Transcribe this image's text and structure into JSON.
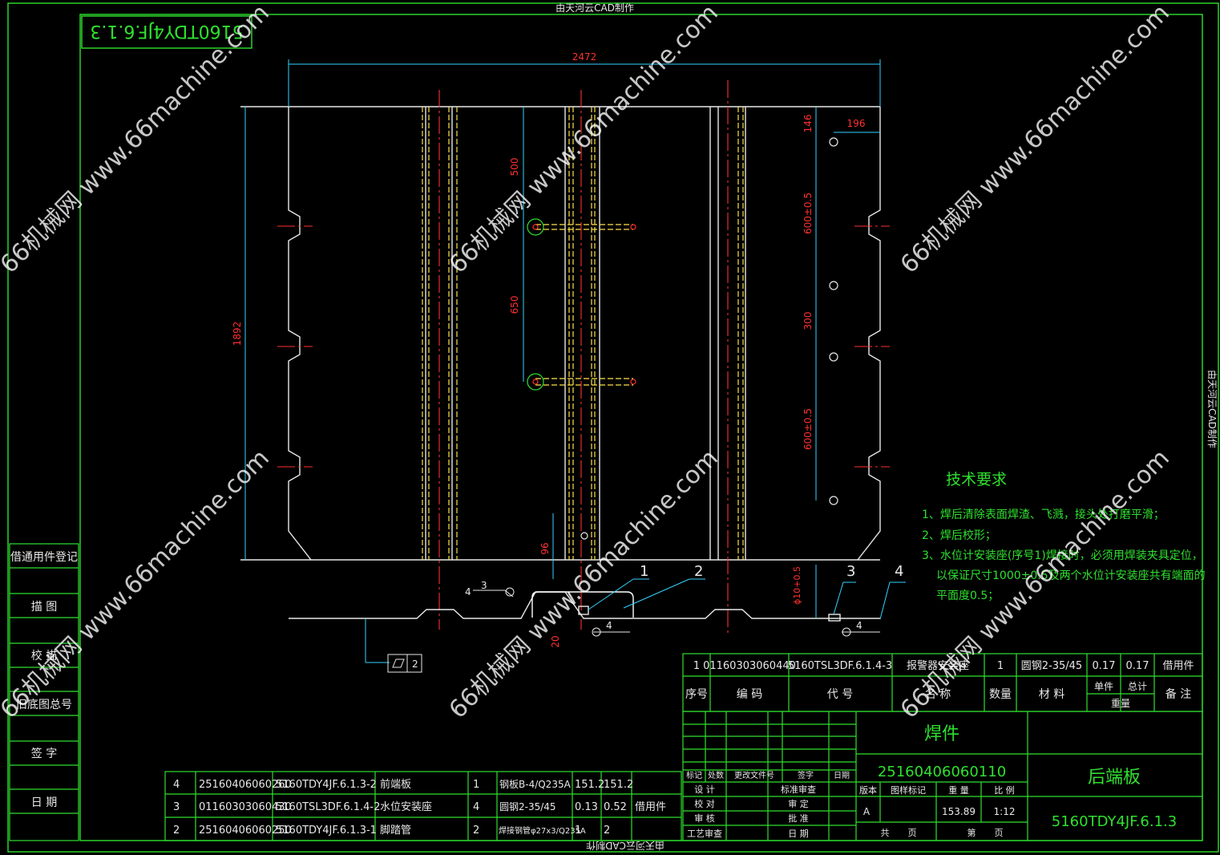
{
  "header": {
    "top_note": "由天河云CAD制作",
    "bottom_note": "由天河云CAD制作",
    "right_note": "由天河云CAD制作"
  },
  "corner_code": "5160TDY4JF.6.1.3",
  "watermark": "66机械网 www.66machine.com",
  "dimensions": {
    "overall_width": "2472",
    "overall_height": "1892",
    "d500": "500",
    "d650": "650",
    "d146": "146",
    "d196": "196",
    "d600a": "600±0.5",
    "d300": "300",
    "d600b": "600±0.5",
    "d96": "96",
    "d20": "20",
    "phi10": "ϕ10+0.5",
    "weld_size": "4",
    "weld_num": "3",
    "flatness_box": "2"
  },
  "balloons": [
    "1",
    "2",
    "3",
    "4"
  ],
  "tech": {
    "title": "技术要求",
    "items": [
      "1、焊后清除表面焊渣、飞溅，接头处打磨平滑；",
      "2、焊后校形；",
      "3、水位计安装座(序号1)焊接时，必须用焊装夹具定位，",
      "以保证尺寸1000±0.5及两个水位计安装座共有端面的",
      "平面度0.5；"
    ]
  },
  "left_panel": [
    "借通用件登记",
    "描 图",
    "校 描",
    "旧底图总号",
    "签 字",
    "日 期"
  ],
  "bom_upper": {
    "row": [
      "1",
      "01160303060440",
      "5160TSL3DF.6.1.4-3",
      "报警器安装座",
      "1",
      "圆钢2-35/45",
      "0.17",
      "0.17",
      "借用件"
    ],
    "headers": [
      "序号",
      "编 码",
      "代 号",
      "名 称",
      "数量",
      "材 料",
      "单件",
      "总计",
      "重量",
      "备 注"
    ]
  },
  "bom_lower": [
    [
      "4",
      "25160406060260",
      "5160TDY4JF.6.1.3-2",
      "前端板",
      "1",
      "钢板B-4/Q235A",
      "151.2",
      "151.2",
      ""
    ],
    [
      "3",
      "01160303060430",
      "5160TSL3DF.6.1.4-2",
      "水位安装座",
      "4",
      "圆钢2-35/45",
      "0.13",
      "0.52",
      "借用件"
    ],
    [
      "2",
      "25160406060250",
      "5160TDY4JF.6.1.3-1",
      "脚踏管",
      "2",
      "焊接钢管φ27x3/Q235A",
      "1",
      "2",
      ""
    ]
  ],
  "title_block": {
    "weld_label": "焊件",
    "part_code": "25160406060110",
    "part_name": "后端板",
    "drawing_no": "5160TDY4JF.6.1.3",
    "rev_headers": [
      "标记",
      "处数",
      "更改文件号",
      "签字",
      "日期"
    ],
    "sign_rows": [
      [
        "设 计",
        "标准审查"
      ],
      [
        "校 对",
        "审 定"
      ],
      [
        "审 核",
        "批 准"
      ],
      [
        "工艺审查",
        "日 期"
      ]
    ],
    "stage_headers": [
      "版本",
      "图样标记",
      "重 量",
      "比 例"
    ],
    "stage_values": [
      "A",
      "",
      "153.89",
      "1:12"
    ],
    "sheet_labels": [
      "共",
      "页",
      "第",
      "页"
    ]
  }
}
